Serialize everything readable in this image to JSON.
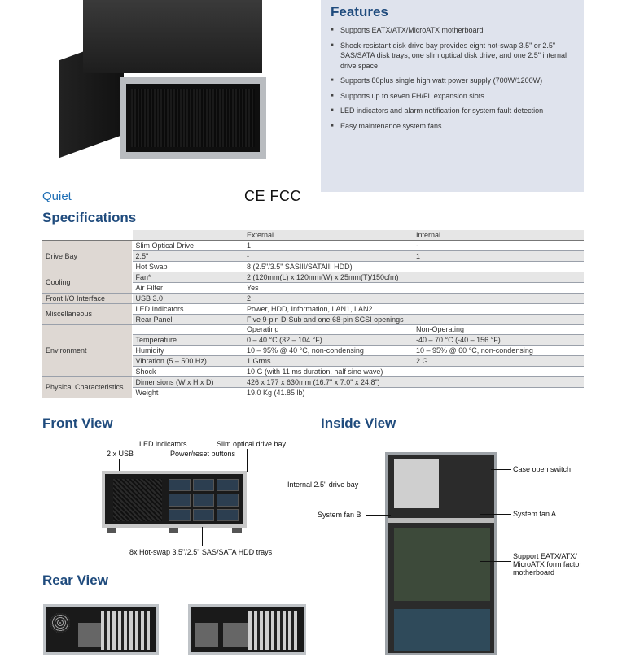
{
  "features": {
    "title": "Features",
    "items": [
      "Supports EATX/ATX/MicroATX motherboard",
      "Shock-resistant disk drive bay provides eight hot-swap 3.5\" or 2.5\" SAS/SATA disk trays, one slim optical disk drive, and one 2.5\" internal drive space",
      "Supports 80plus single high watt power supply (700W/1200W)",
      "Supports up to seven FH/FL expansion slots",
      "LED indicators and alarm notification for system fault detection",
      "Easy maintenance system fans"
    ]
  },
  "badges": {
    "quiet": "Quiet",
    "certs": "CE FCC"
  },
  "specifications": {
    "title": "Specifications",
    "col_external": "External",
    "col_internal": "Internal",
    "drive_bay": {
      "label": "Drive Bay",
      "rows": [
        [
          "Slim Optical Drive",
          "1",
          "-"
        ],
        [
          "2.5\"",
          "-",
          "1"
        ],
        [
          "Hot Swap",
          "8 (2.5\"/3.5\" SASIII/SATAIII HDD)",
          ""
        ]
      ]
    },
    "cooling": {
      "label": "Cooling",
      "rows": [
        [
          "Fan*",
          "2 (120mm(L) x 120mm(W) x 25mm(T)/150cfm)"
        ],
        [
          "Air Filter",
          "Yes"
        ]
      ]
    },
    "front_io": {
      "label": "Front I/O Interface",
      "item": "USB 3.0",
      "value": "2"
    },
    "misc": {
      "label": "Miscellaneous",
      "rows": [
        [
          "LED Indicators",
          "Power, HDD, Information, LAN1, LAN2"
        ],
        [
          "Rear Panel",
          "Five 9-pin D-Sub and one 68-pin SCSI openings"
        ]
      ]
    },
    "environment": {
      "label": "Environment",
      "col_operating": "Operating",
      "col_nonoperating": "Non-Operating",
      "rows": [
        [
          "Temperature",
          "0 – 40 °C (32 – 104 °F)",
          "-40 – 70 °C (-40 – 156 °F)"
        ],
        [
          "Humidity",
          "10 – 95% @ 40 °C, non-condensing",
          "10 – 95% @ 60 °C, non-condensing"
        ],
        [
          "Vibration (5 – 500 Hz)",
          "1 Grms",
          "2 G"
        ],
        [
          "Shock",
          "10 G (with 11 ms duration, half sine wave)",
          ""
        ]
      ]
    },
    "physical": {
      "label": "Physical Characteristics",
      "rows": [
        [
          "Dimensions (W x H x D)",
          "426 x 177 x 630mm (16.7\" x 7.0\" x 24.8\")"
        ],
        [
          "Weight",
          "19.0 Kg (41.85 lb)"
        ]
      ]
    }
  },
  "front_view": {
    "title": "Front View",
    "labels": {
      "usb": "2 x USB",
      "led": "LED indicators",
      "power": "Power/reset buttons",
      "optical": "Slim optical drive bay",
      "trays": "8x Hot-swap 3.5\"/2.5\" SAS/SATA HDD trays"
    }
  },
  "inside_view": {
    "title": "Inside View",
    "labels": {
      "drive_bay": "Internal 2.5\" drive bay",
      "fan_b": "System fan B",
      "case_switch": "Case open switch",
      "fan_a": "System fan A",
      "mb1": "Support EATX/ATX/",
      "mb2": "MicroATX form factor",
      "mb3": "motherboard"
    }
  },
  "rear_view": {
    "title": "Rear View"
  }
}
